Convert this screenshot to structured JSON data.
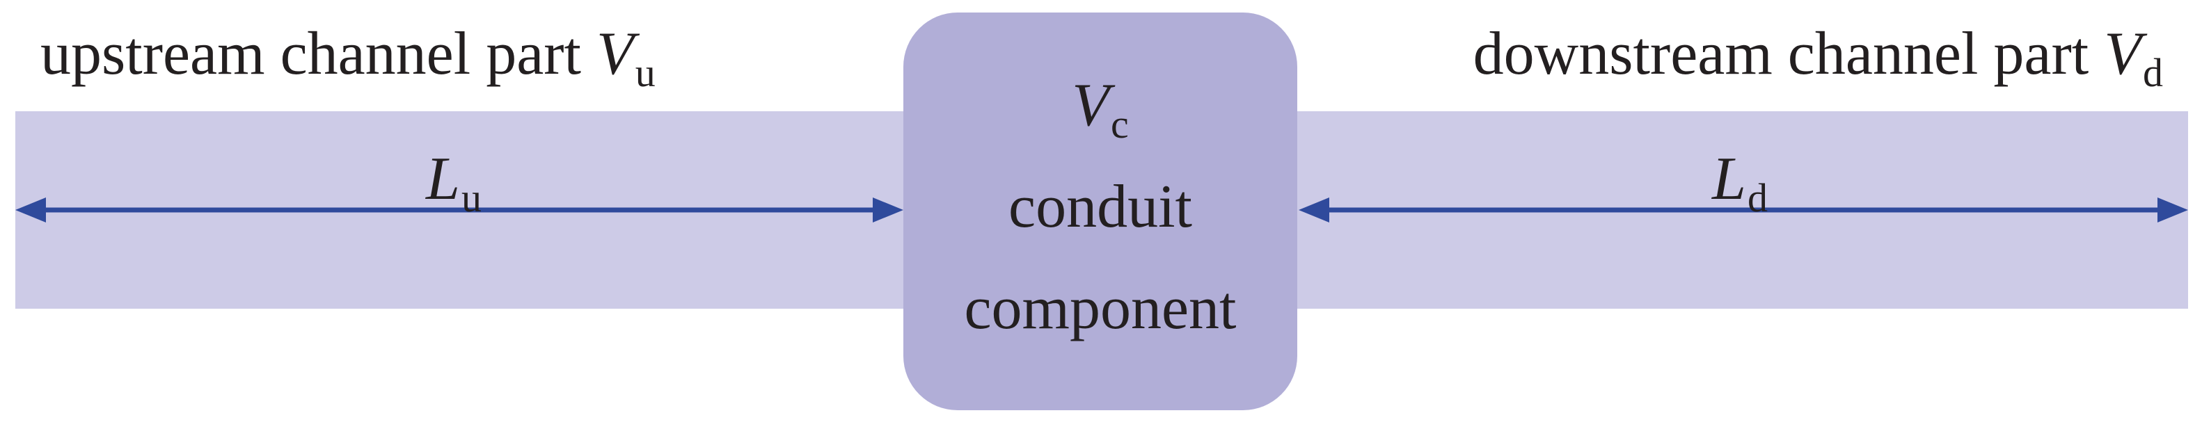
{
  "upstream": {
    "title": "upstream channel part",
    "volume_symbol": "V",
    "volume_subscript": "u",
    "length_symbol": "L",
    "length_subscript": "u"
  },
  "conduit": {
    "volume_symbol": "V",
    "volume_subscript": "c",
    "label_line1": "conduit",
    "label_line2": "component"
  },
  "downstream": {
    "title": "downstream channel part",
    "volume_symbol": "V",
    "volume_subscript": "d",
    "length_symbol": "L",
    "length_subscript": "d"
  },
  "colors": {
    "channel": "#cdcbe7",
    "conduit": "#b1aed7",
    "arrow": "#2f4a9c",
    "text": "#231f20"
  }
}
